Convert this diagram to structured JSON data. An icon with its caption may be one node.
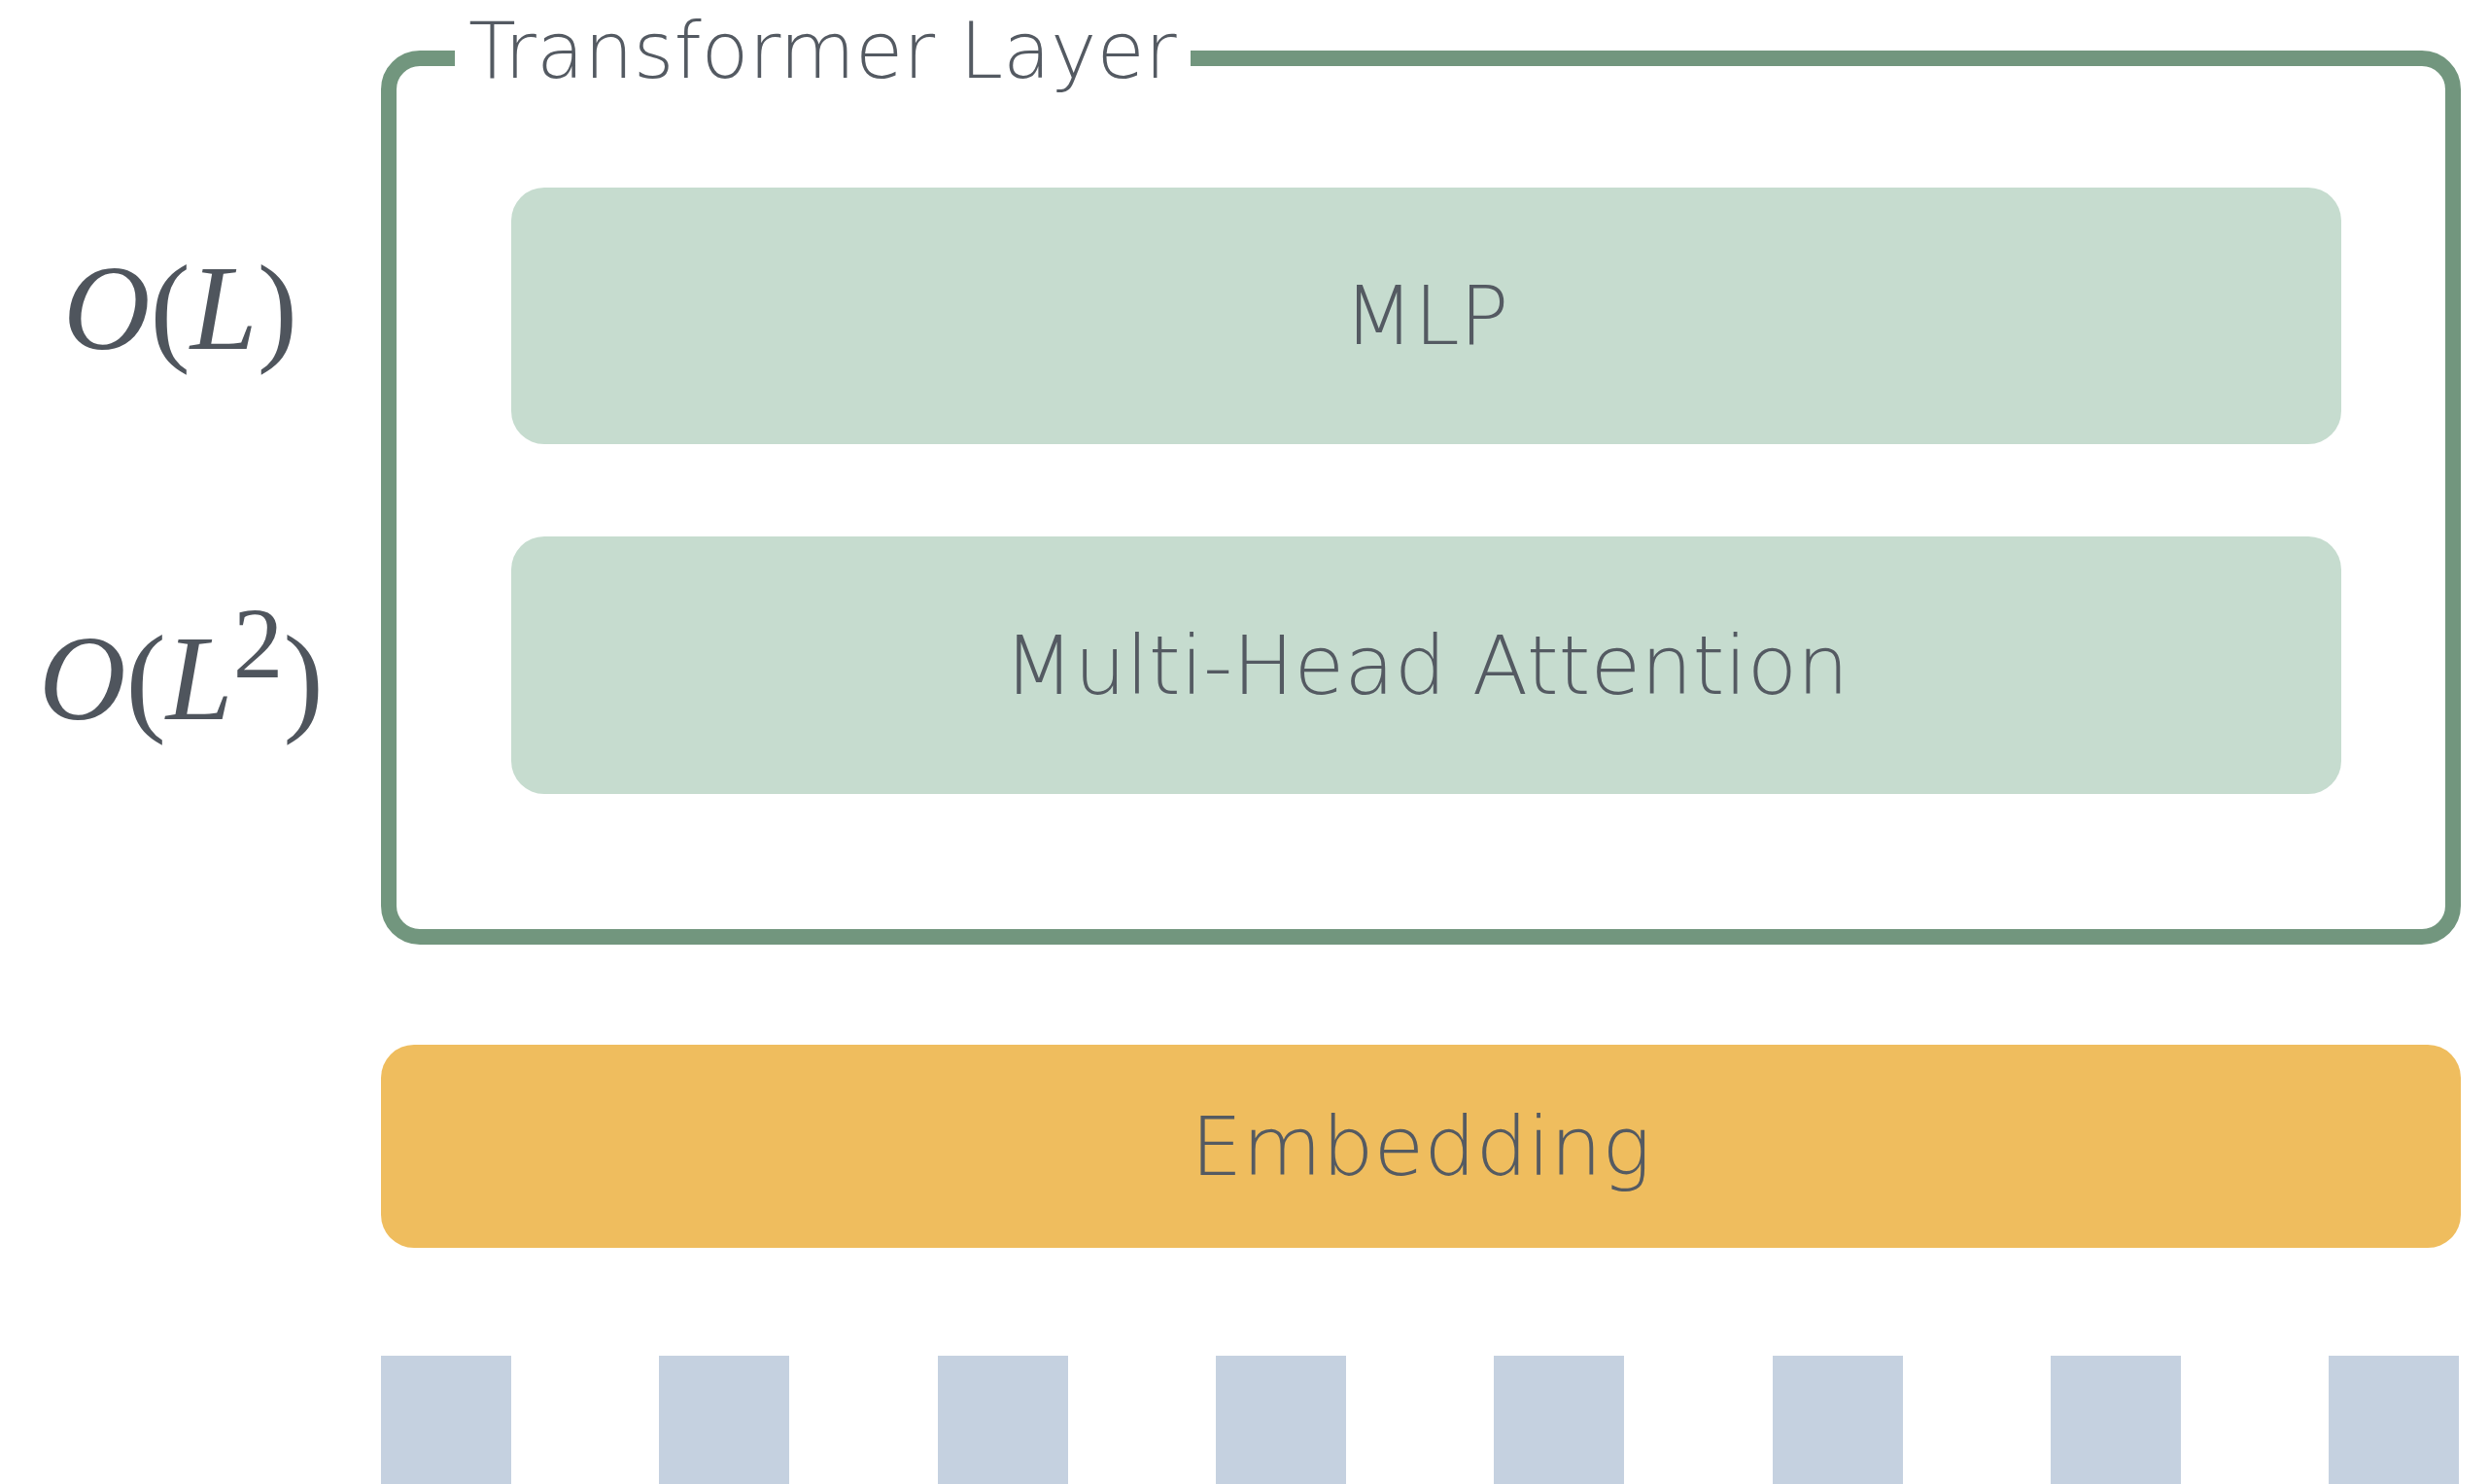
{
  "diagram": {
    "nodes": [
      {
        "text": [
          "Transformer Layer"
        ]
      },
      {
        "text": [
          "MLP"
        ],
        "in": 0,
        "beside": [
          "*O*(*L*)"
        ]
      },
      {
        "text": [
          "Multi-Head Attention"
        ],
        "in": 0,
        "beside": [
          "*O*(*L*$^{2}$)"
        ]
      },
      {
        "text": [
          "Embedding"
        ]
      },
      {
        "text": [],
        "shape": "box"
      },
      {
        "text": [],
        "shape": "box"
      },
      {
        "text": [],
        "shape": "box"
      },
      {
        "text": [],
        "shape": "box"
      },
      {
        "text": [],
        "shape": "box"
      },
      {
        "text": [],
        "shape": "box"
      },
      {
        "text": [],
        "shape": "box"
      },
      {
        "text": [],
        "shape": "box"
      }
    ]
  }
}
